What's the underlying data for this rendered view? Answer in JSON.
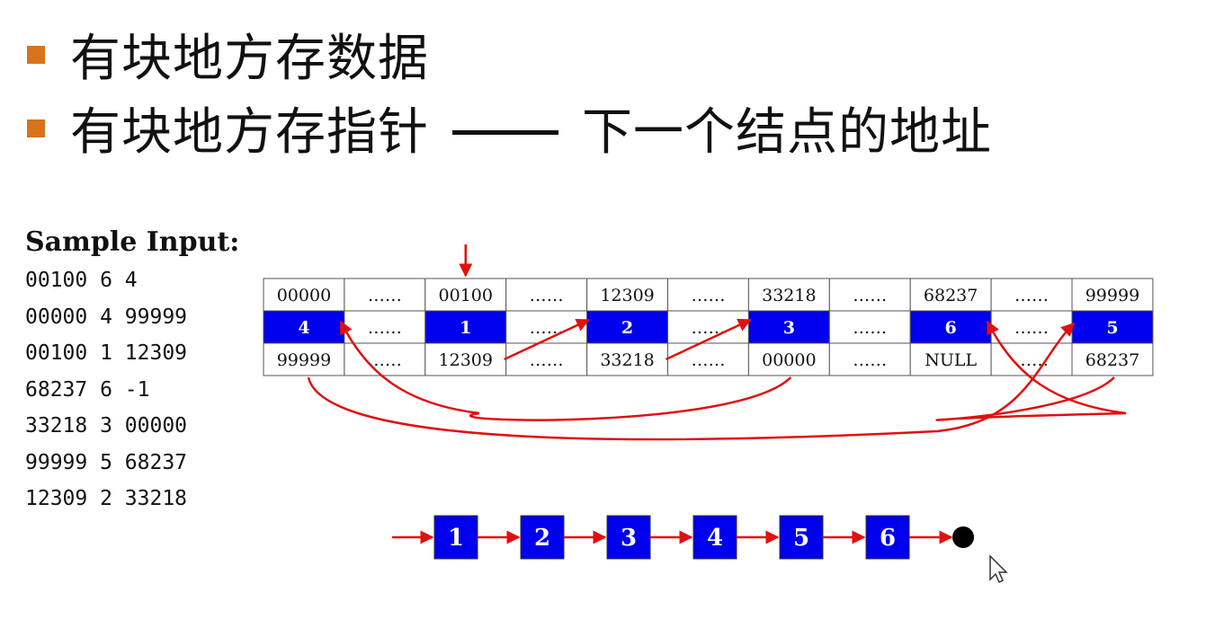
{
  "bullets": [
    {
      "text": "有块地方存数据"
    },
    {
      "text_before": "有块地方存指针",
      "text_after": "下一个结点的地址"
    }
  ],
  "sample": {
    "title": "Sample Input:",
    "lines": [
      "00100 6 4",
      "00000 4 99999",
      "00100 1 12309",
      "68237 6 -1",
      "33218 3 00000",
      "99999 5 68237",
      "12309 2 33218"
    ]
  },
  "memory_table": {
    "columns": [
      {
        "type": "node",
        "address": "00000",
        "data": "4",
        "next": "99999"
      },
      {
        "type": "gap",
        "dots": "……"
      },
      {
        "type": "node",
        "address": "00100",
        "data": "1",
        "next": "12309"
      },
      {
        "type": "gap",
        "dots": "……"
      },
      {
        "type": "node",
        "address": "12309",
        "data": "2",
        "next": "33218"
      },
      {
        "type": "gap",
        "dots": "……"
      },
      {
        "type": "node",
        "address": "33218",
        "data": "3",
        "next": "00000"
      },
      {
        "type": "gap",
        "dots": "……"
      },
      {
        "type": "node",
        "address": "68237",
        "data": "6",
        "next": "NULL"
      },
      {
        "type": "gap",
        "dots": "……"
      },
      {
        "type": "node",
        "address": "99999",
        "data": "5",
        "next": "68237"
      }
    ],
    "head_pointer_column": 2,
    "links": [
      {
        "from_column": 2,
        "to_column": 4
      },
      {
        "from_column": 4,
        "to_column": 6
      },
      {
        "from_column": 6,
        "to_column": 0
      },
      {
        "from_column": 0,
        "to_column": 10
      },
      {
        "from_column": 10,
        "to_column": 8
      }
    ]
  },
  "list_nodes": [
    "1",
    "2",
    "3",
    "4",
    "5",
    "6"
  ],
  "colors": {
    "bullet": "#d9731b",
    "node_fill": "#0000ee",
    "node_text": "#ffffff",
    "arrow": "#e01010",
    "border": "#555555",
    "text": "#111111"
  }
}
